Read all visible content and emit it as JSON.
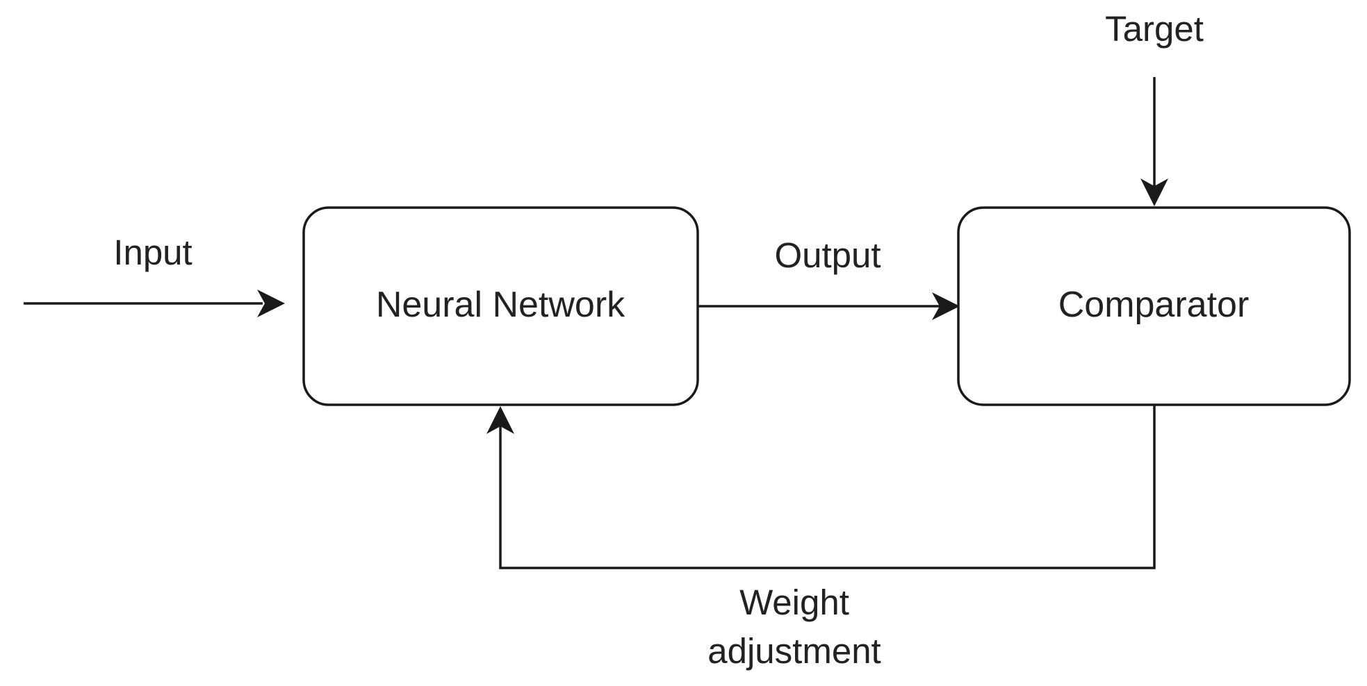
{
  "nodes": {
    "neural_network": "Neural Network",
    "comparator": "Comparator"
  },
  "edges": {
    "input": "Input",
    "output": "Output",
    "target": "Target",
    "weight_adjustment_line1": "Weight",
    "weight_adjustment_line2": "adjustment"
  },
  "colors": {
    "stroke": "#1a1a1a",
    "text": "#222222",
    "background": "#ffffff"
  }
}
